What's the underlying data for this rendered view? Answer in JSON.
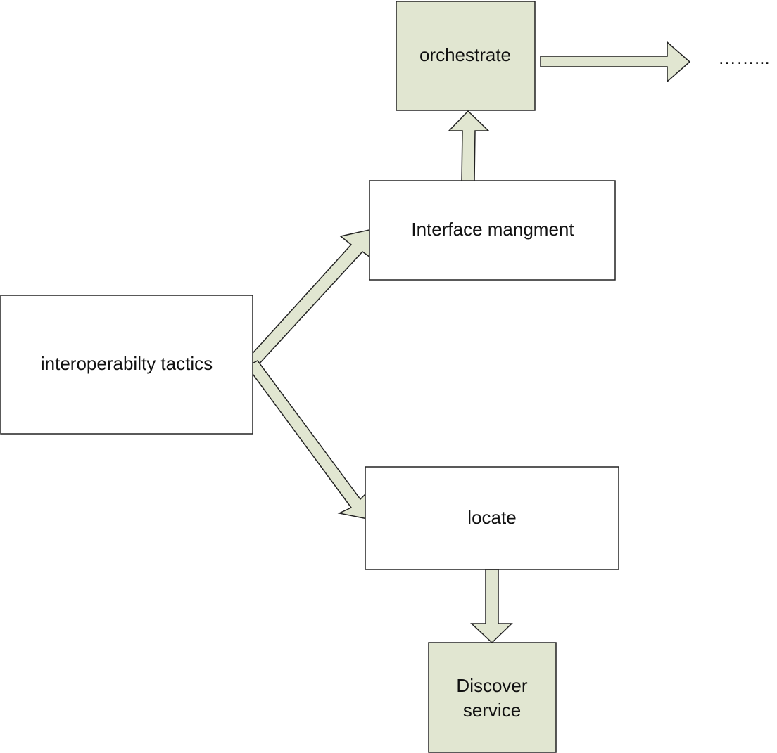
{
  "diagram": {
    "nodes": {
      "interoperability_tactics": {
        "label": "interoperabilty tactics"
      },
      "interface_management": {
        "label": "Interface mangment"
      },
      "orchestrate": {
        "label": "orchestrate"
      },
      "locate": {
        "label": "locate"
      },
      "discover_service": {
        "label_line1": "Discover",
        "label_line2": "service"
      }
    },
    "continuation": "……...",
    "colors": {
      "fill": "#e1e6d1",
      "stroke": "#222222",
      "background": "#ffffff"
    }
  }
}
